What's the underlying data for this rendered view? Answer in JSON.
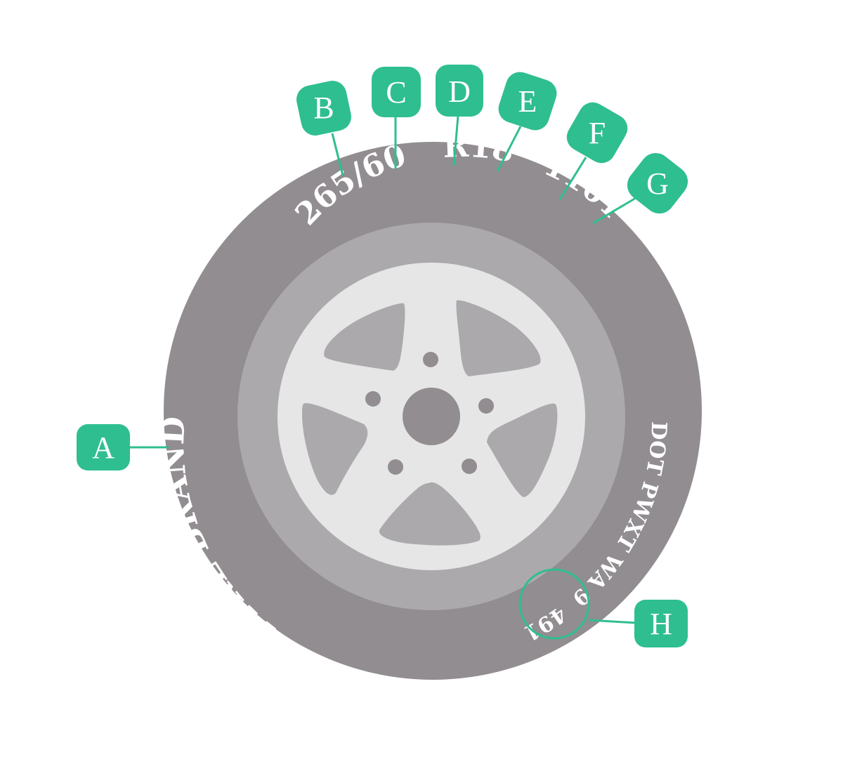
{
  "sidewall": {
    "brand_text": "TYRE BRAND",
    "size_width_ratio": "265/60",
    "rim": "R18",
    "load_speed": "110T",
    "dot_code": "DOT PWXT WA 9",
    "date_code": "4918"
  },
  "callouts": {
    "a": "A",
    "b": "B",
    "c": "C",
    "d": "D",
    "e": "E",
    "f": "F",
    "g": "G",
    "h": "H"
  },
  "colors": {
    "tyre": "#918d90",
    "inner_ring": "#aba9ac",
    "wheel": "#e6e6e7",
    "hub": "#918d90",
    "accent": "#2fbe90",
    "text": "#ffffff"
  }
}
